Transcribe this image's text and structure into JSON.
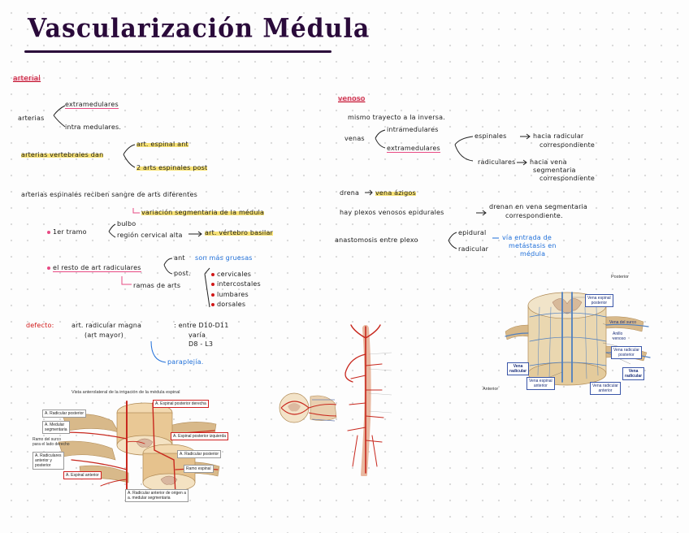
{
  "title": "Vascularización Médula",
  "arterial": {
    "heading": "arterial",
    "arterias_label": "arterias",
    "extramedular": "extramedulares",
    "intramedular": "intra medulares.",
    "vertebrales_text": "arterias vertebrales dan",
    "art_espinal_ant": "art. espinal ant",
    "arts_espinales_post": "2 arts espinales post",
    "espinales_reciben": "arterias espinales reciben sangre de arts diferentes",
    "variacion": "variación segmentaria de la médula",
    "tramo_1": "1er tramo",
    "bulbo": "bulbo",
    "region_cervical": "región cervical alta",
    "art_vertebro": "art. vértebro basilar",
    "resto": "el resto de art radiculares",
    "ant": "ant",
    "ant_note": "son más gruesas",
    "post": "post.",
    "ramas_de_arts": "ramas de arts",
    "ramas": [
      "cervicales",
      "intercostales",
      "lumbares",
      "dorsales"
    ],
    "defecto_label": "defecto:",
    "defecto_text": "art. radicular magna",
    "defecto_paren": "(art mayor)",
    "defecto_entre": ": entre D10-D11",
    "defecto_rango_1": "varía",
    "defecto_rango_2": "D8 - L3",
    "paraplejia": "paraplejía."
  },
  "venoso": {
    "heading": "venoso",
    "mismo_trayecto": "mismo trayecto a la inversa.",
    "venas_label": "venas",
    "intramedulares": "intramedulares",
    "extramedulares": "extramedulares",
    "espinales": "espinales",
    "hacia_radicular": "hacia radicular",
    "correspondiente_1": "correspondiente",
    "radiculares": "radiculares",
    "hacia_vena": "hacia vena",
    "segmentaria": "segmentaria",
    "correspondiente_2": "correspondiente",
    "drena_prefix": "drena",
    "vena_azigos": "vena ázigos",
    "plexos_text": "hay plexos venosos epidurales",
    "drenan_1": "drenan en vena segmentaria",
    "drenan_2": "correspondiente.",
    "anastomosis": "anastomosis entre plexo",
    "epidural": "epidural",
    "radicular": "radicular",
    "via_1": "vía entrada de",
    "via_2": "metástasis en",
    "via_3": "médula"
  },
  "figure_left": {
    "caption": "Vista anterolateral de la irrigación de la médula espinal",
    "labels": {
      "a_radicular_posterior": "A. Radicular posterior",
      "a_medular_segmentaria_1": "A. Medular",
      "a_medular_segmentaria_2": "segmentaria",
      "ramo_surco_1": "Ramo del surco",
      "ramo_surco_2": "para el lado derecho",
      "a_radiculares_1": "A. Radiculares",
      "a_radiculares_2": "anterior  y",
      "a_radiculares_3": "posterior",
      "a_espinal_anterior": "A. Espinal anterior",
      "a_espinal_post_der": "A. Espinal posterior derecha",
      "a_espinal_post_izq": "A. Espinal posterior izquierda",
      "a_radicular_posterior_r": "A. Radicular posterior",
      "ramo_espinal": "Ramo espinal",
      "a_rad_ant_origen_1": "A. Radicular anterior de origen a",
      "a_rad_ant_origen_2": "a. medular segmentaria"
    }
  },
  "figure_right": {
    "posterior": "Posterior",
    "anterior": "Anterior",
    "labels": {
      "v_espinal_post_1": "Vena espinal",
      "v_espinal_post_2": "posterior",
      "vena_surco": "Vena del surco",
      "anillo_1": "Anillo",
      "anillo_2": "venoso",
      "v_radicular_post_1": "Vena radicular",
      "v_radicular_post_2": "posterior",
      "vena_radicular_1": "Vena",
      "vena_radicular_2": "radicular",
      "v_espinal_ant_1": "Vena espinal",
      "v_espinal_ant_2": "anterior",
      "v_radicular_ant_1": "Vena radicular",
      "v_radicular_ant_2": "anterior",
      "vena_radicular_r_1": "Vena",
      "vena_radicular_r_2": "radicular"
    }
  }
}
